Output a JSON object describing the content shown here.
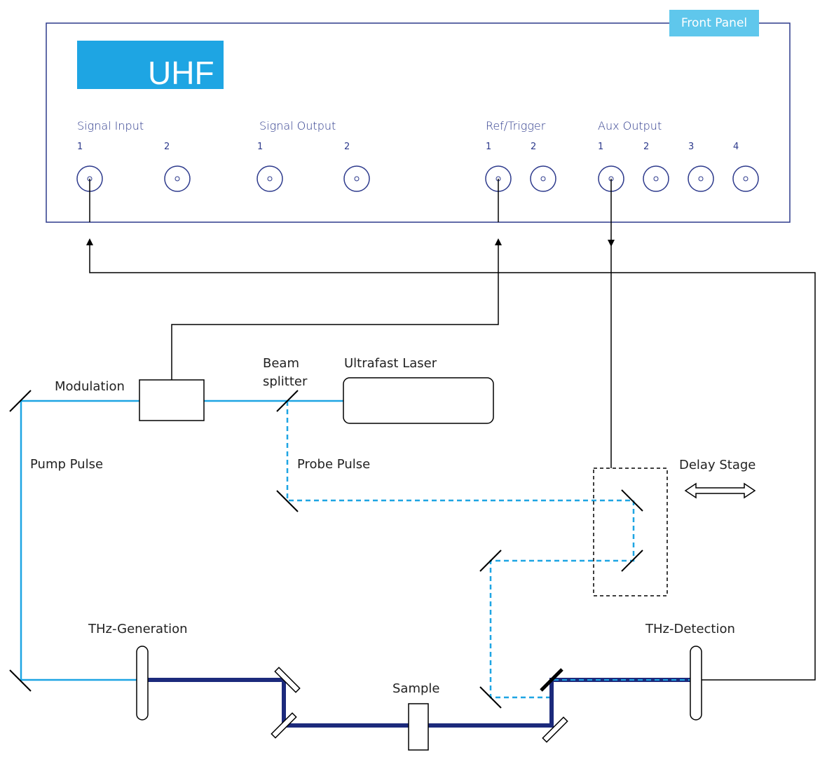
{
  "colors": {
    "panel": "#2d3a8c",
    "accent": "#1ea5e3",
    "tab": "#5fc7ec",
    "beam_thz": "#1c2a7c",
    "line": "#000000"
  },
  "front_panel": {
    "tab_label": "Front Panel",
    "brand": "UHF",
    "groups": {
      "signal_input": {
        "label": "Signal Input",
        "ports": [
          "1",
          "2"
        ]
      },
      "signal_output": {
        "label": "Signal Output",
        "ports": [
          "1",
          "2"
        ]
      },
      "ref_trigger": {
        "label": "Ref/Trigger",
        "ports": [
          "1",
          "2"
        ]
      },
      "aux_output": {
        "label": "Aux Output",
        "ports": [
          "1",
          "2",
          "3",
          "4"
        ]
      }
    }
  },
  "setup": {
    "modulation": "Modulation",
    "beam_splitter_line1": "Beam",
    "beam_splitter_line2": "splitter",
    "laser": "Ultrafast Laser",
    "pump_pulse": "Pump Pulse",
    "probe_pulse": "Probe Pulse",
    "delay_stage": "Delay Stage",
    "thz_generation": "THz-Generation",
    "sample": "Sample",
    "thz_detection": "THz-Detection"
  }
}
